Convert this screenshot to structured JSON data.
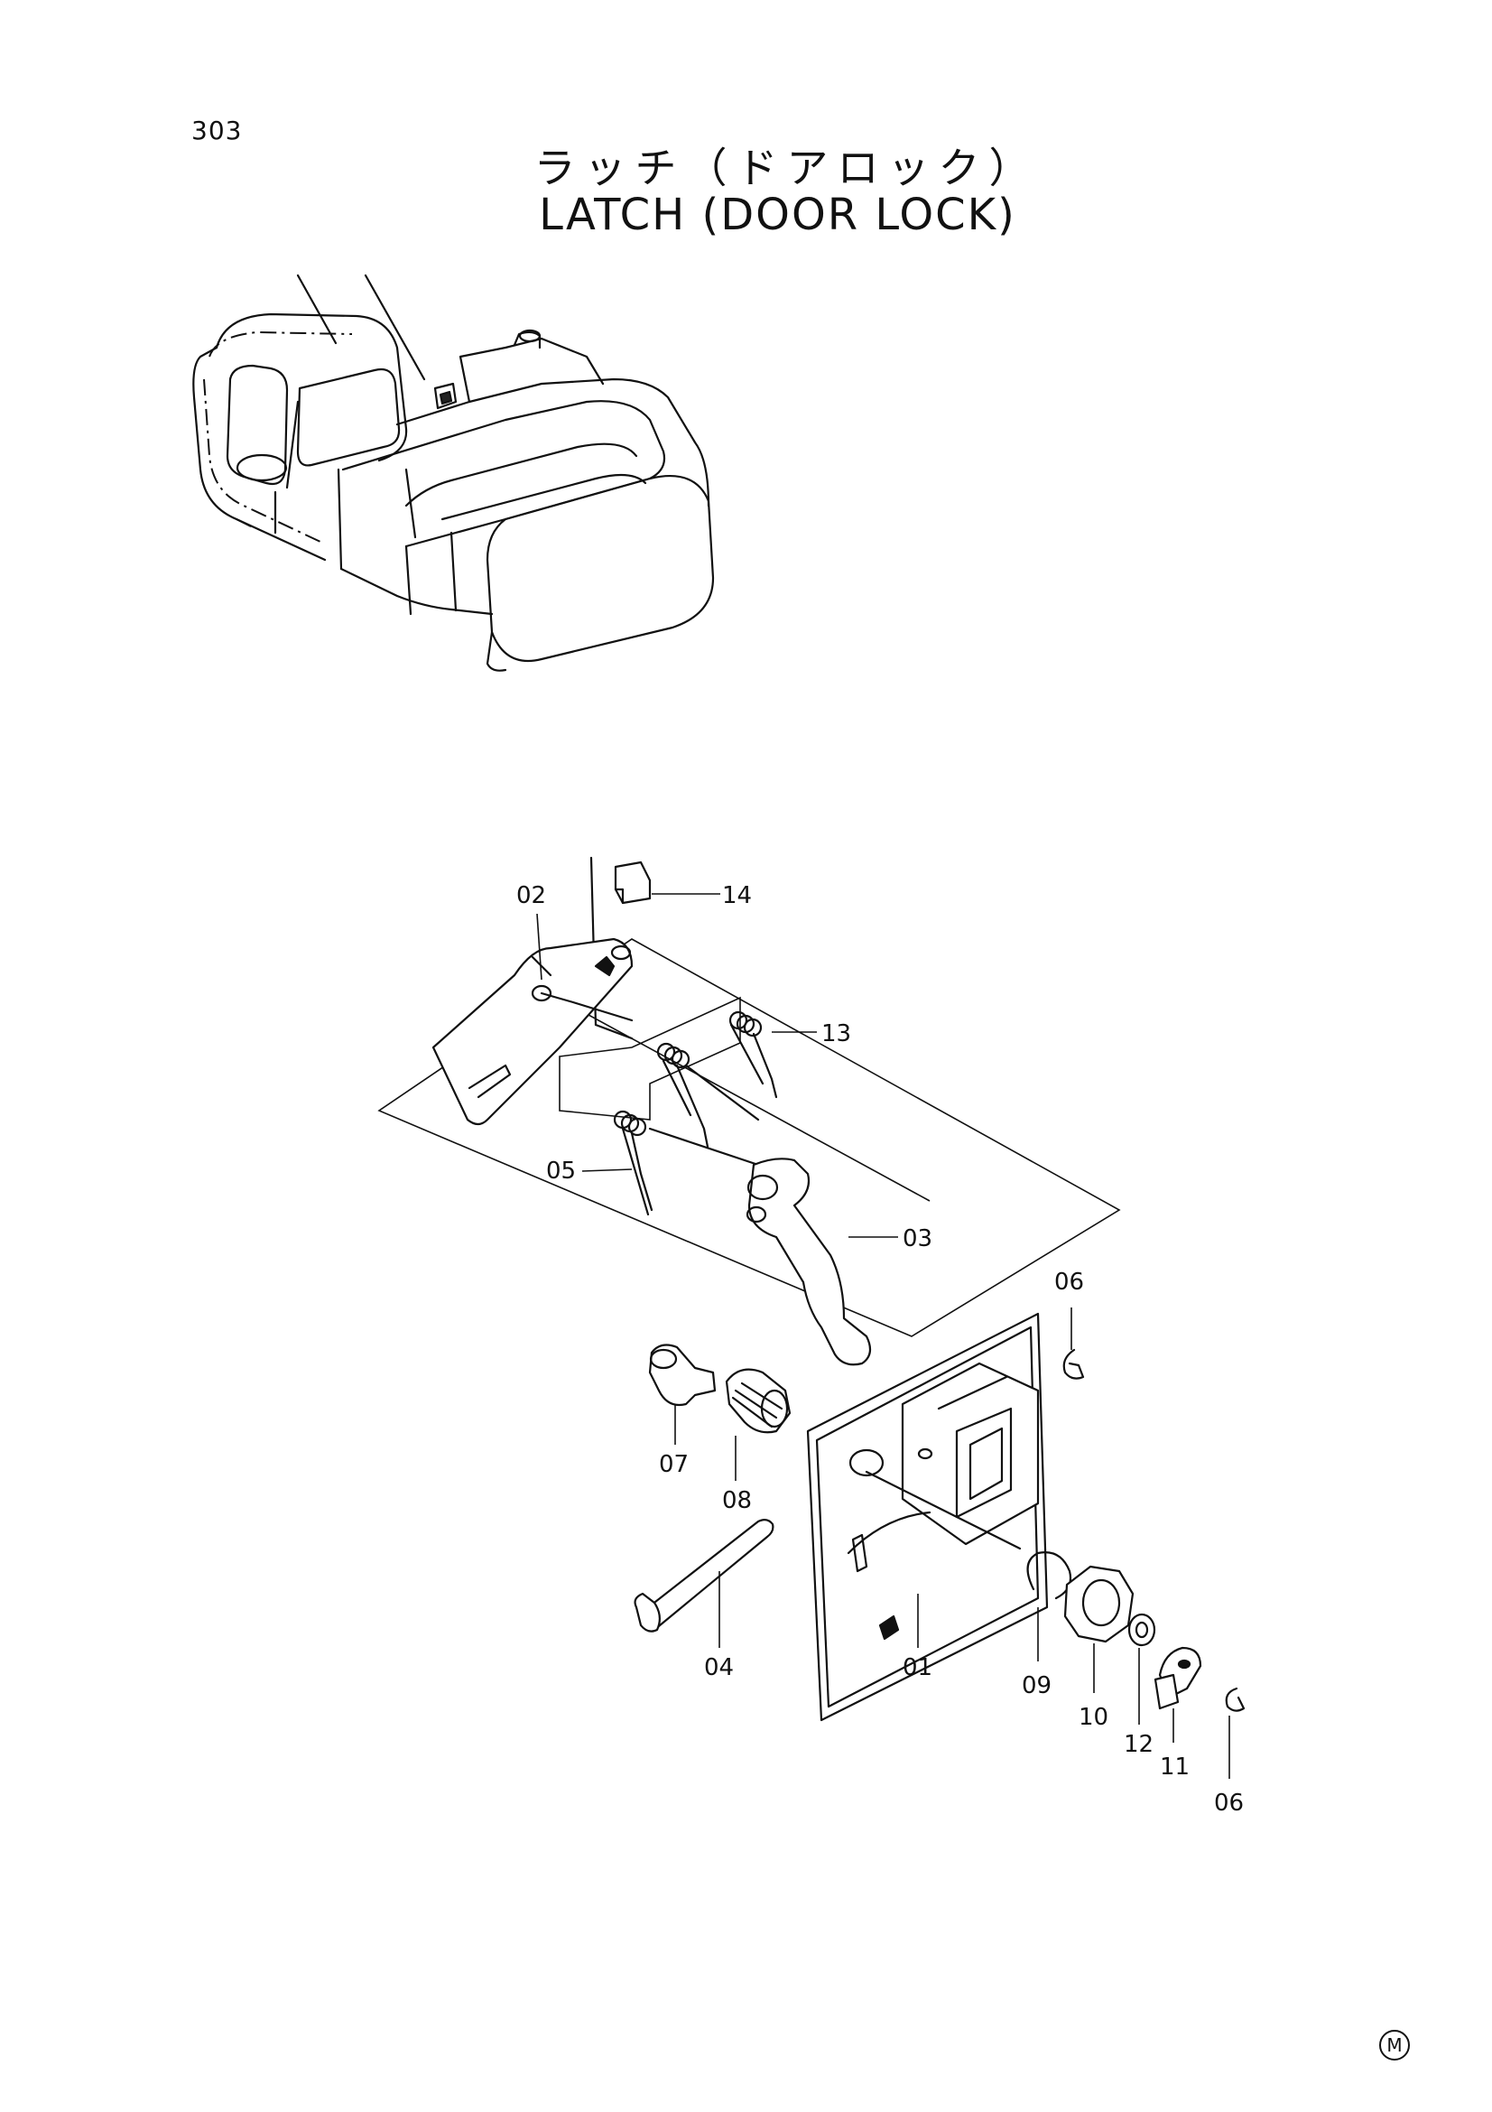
{
  "page_number": "303",
  "title_jp": "ラッチ（ドアロック）",
  "title_en": "LATCH (DOOR LOCK)",
  "corner_mark": "M",
  "callouts": [
    "02",
    "14",
    "13",
    "05",
    "03",
    "06",
    "07",
    "08",
    "04",
    "01",
    "09",
    "10",
    "12",
    "11",
    "06"
  ]
}
